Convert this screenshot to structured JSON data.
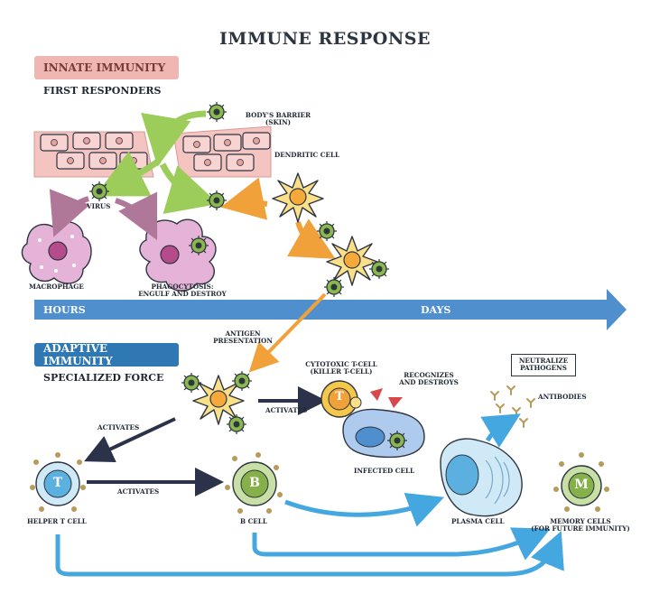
{
  "title": "IMMUNE RESPONSE",
  "innate": {
    "banner": "INNATE IMMUNITY",
    "subtitle": "FIRST RESPONDERS",
    "labels": {
      "barrier": "BODY'S BARRIER (SKIN)",
      "dendritic": "DENDRITIC CELL",
      "virus": "VIRUS",
      "macrophage": "MACROPHAGE",
      "phago_1": "PHAGOCYTOSIS:",
      "phago_2": "ENGULF AND DESTROY"
    }
  },
  "timeline": {
    "start": "HOURS",
    "end": "DAYS"
  },
  "adaptive": {
    "banner": "ADAPTIVE IMMUNITY",
    "subtitle": "SPECIALIZED FORCE",
    "labels": {
      "antigen_1": "ANTIGEN",
      "antigen_2": "PRESENTATION",
      "cytotoxic_1": "CYTOTOXIC T-CELL",
      "cytotoxic_2": "(KILLER T-CELL)",
      "recognizes_1": "RECOGNIZES",
      "recognizes_2": "AND DESTROYS",
      "neutralize_1": "NEUTRALIZE",
      "neutralize_2": "PATHOGENS",
      "antibodies": "ANTIBODIES",
      "activates_left": "ACTIVATES",
      "activates_right": "ACTIVATES",
      "activates_bottom": "ACTIVATES",
      "infected": "INFECTED CELL",
      "helper": "HELPER T CELL",
      "bcell": "B CELL",
      "plasma": "PLASMA CELL",
      "memory_1": "MEMORY CELLS",
      "memory_2": "(FOR FUTURE IMMUNITY)"
    },
    "cell_letters": {
      "t_killer": "T",
      "t_helper": "T",
      "b": "B",
      "m": "M"
    }
  },
  "colors": {
    "innate_banner": "#f0b6b1",
    "adaptive_banner": "#2f78b4",
    "timeline": "#4f8fcd",
    "green_arrow": "#9ccc5a",
    "orange_arrow": "#f0a13a",
    "purple_arrow": "#b07898",
    "dark_arrow": "#2b3249",
    "blue_arrow": "#44a7df",
    "skin": "#f4c4c1",
    "skin_cell": "#f7d3d1"
  }
}
